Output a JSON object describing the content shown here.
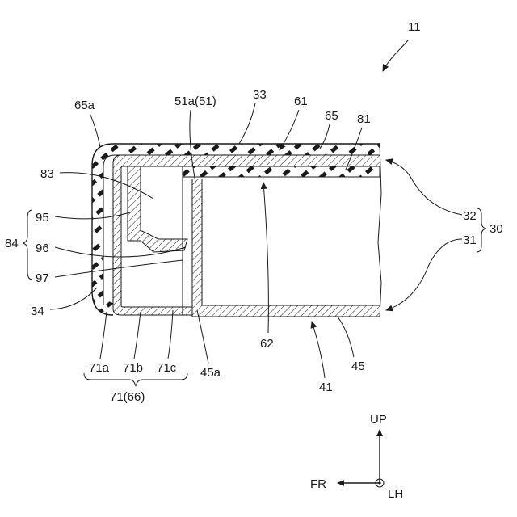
{
  "figure_number": "11",
  "labels": {
    "l33": "33",
    "l61": "61",
    "l65": "65",
    "l81": "81",
    "l65a": "65a",
    "l51a": "51a(51)",
    "l83": "83",
    "l84": "84",
    "l95": "95",
    "l96": "96",
    "l97": "97",
    "l34": "34",
    "l32": "32",
    "l31": "31",
    "l30": "30",
    "l62": "62",
    "l41": "41",
    "l45": "45",
    "l45a": "45a",
    "l71a": "71a",
    "l71b": "71b",
    "l71c": "71c",
    "l71": "71(66)"
  },
  "axes": {
    "up": "UP",
    "fr": "FR",
    "lh": "LH"
  }
}
